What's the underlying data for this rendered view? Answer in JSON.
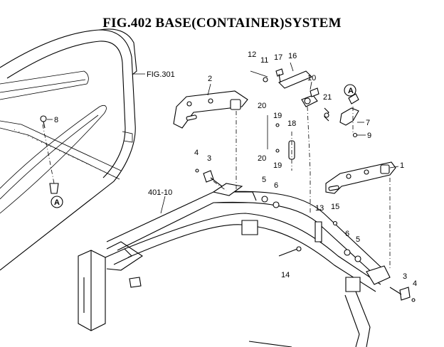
{
  "title": "FIG.402  BASE(CONTAINER)SYSTEM",
  "refs": {
    "fig301": "FIG.301",
    "frame": "401-10",
    "view_marker": "A"
  },
  "callouts": {
    "c1": "1",
    "c2": "2",
    "c3a": "3",
    "c3b": "3",
    "c4a": "4",
    "c4b": "4",
    "c5a": "5",
    "c5b": "5",
    "c6a": "6",
    "c6b": "6",
    "c7": "7",
    "c8": "8",
    "c9": "9",
    "c10": "10",
    "c11": "11",
    "c12": "12",
    "c13": "13",
    "c14": "14",
    "c15": "15",
    "c16": "16",
    "c17": "17",
    "c18": "18",
    "c19a": "19",
    "c19b": "19",
    "c20a": "20",
    "c20b": "20",
    "c21": "21"
  }
}
